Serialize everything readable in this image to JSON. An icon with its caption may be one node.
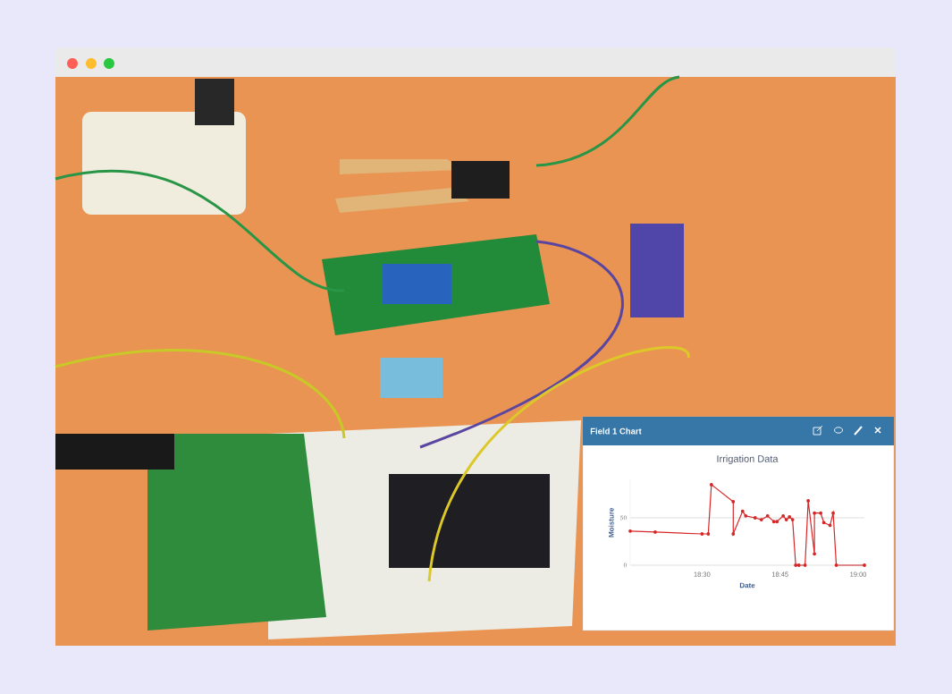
{
  "diagram": {
    "labels": [
      "Field 1 Chart"
    ],
    "chart_data": {
      "type": "line",
      "title": "Irrigation Data",
      "xlabel": "Date",
      "ylabel": "Moisture",
      "x": [
        18.27,
        18.35,
        18.5,
        18.52,
        18.53,
        18.6,
        18.6,
        18.63,
        18.64,
        18.67,
        18.69,
        18.71,
        18.73,
        18.74,
        18.76,
        18.77,
        18.78,
        18.79,
        18.8,
        18.81,
        18.83,
        18.84,
        18.86,
        18.86,
        18.88,
        18.89,
        18.91,
        18.92,
        18.93,
        19.02
      ],
      "series": [
        {
          "color": "#d62728",
          "marker": "circle",
          "values": [
            36,
            35,
            33,
            33,
            85,
            67,
            33,
            57,
            52,
            50,
            48,
            52,
            46,
            46,
            52,
            48,
            51,
            48,
            0,
            0,
            0,
            68,
            12,
            55,
            55,
            45,
            42,
            55,
            0,
            0
          ]
        }
      ],
      "xlim": [
        18.27,
        19.02
      ],
      "ylim": [
        0,
        90
      ],
      "xticks": [
        {
          "value": 18.5,
          "label": "18:30"
        },
        {
          "value": 18.75,
          "label": "18:45"
        },
        {
          "value": 19,
          "label": "19:00"
        }
      ],
      "yticks": [
        0,
        50
      ]
    }
  }
}
